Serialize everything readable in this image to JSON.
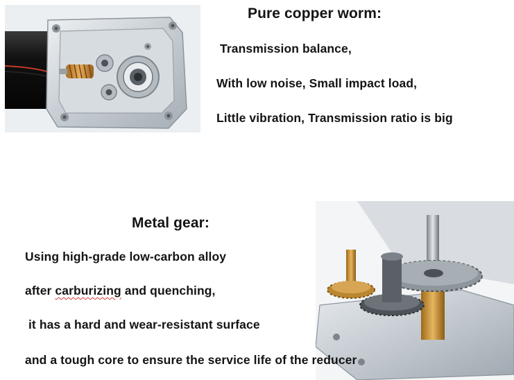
{
  "worm_section": {
    "heading": "Pure copper worm:",
    "lines": [
      "Transmission balance,",
      "With low noise,  Small impact load,",
      "Little vibration,    Transmission ratio is big"
    ]
  },
  "gear_section": {
    "heading": "Metal gear:",
    "line1": "Using high-grade low-carbon alloy",
    "line2_before": "after ",
    "line2_flagged": "carburizing",
    "line2_after": " and quenching,",
    "line3": " it has a hard and wear-resistant surface",
    "line4": "and a tough core to ensure the service life of the reducer"
  },
  "colors": {
    "text": "#141414",
    "aluminum": "#c9cfd4",
    "copper": "#c88a3a",
    "steel": "#6c7379",
    "motor": "#151515"
  }
}
